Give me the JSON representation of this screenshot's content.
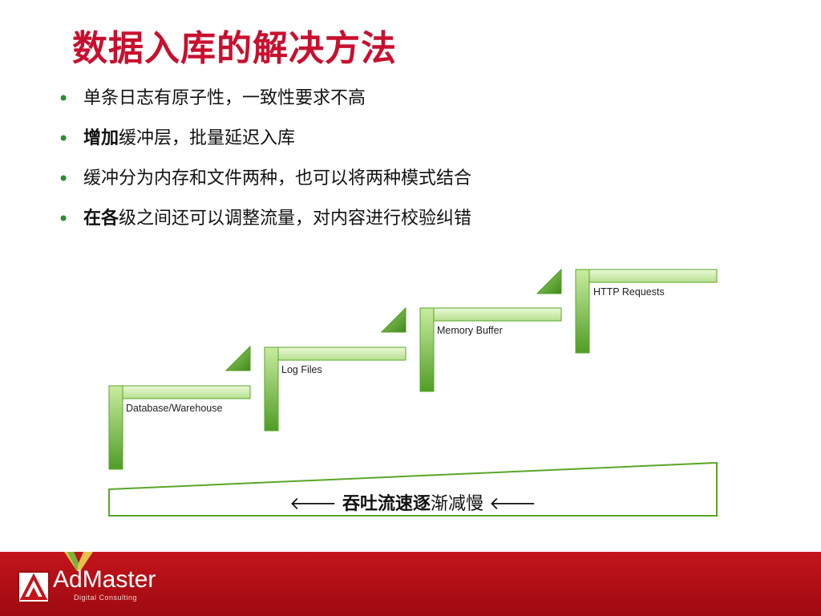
{
  "slide": {
    "title": "数据入库的解决方法",
    "bullets": [
      {
        "strong": "",
        "text": "单条日志有原子性，一致性要求不高"
      },
      {
        "strong": "增加",
        "text": "缓冲层，批量延迟入库"
      },
      {
        "strong": "",
        "text": "缓冲分为内存和文件两种，也可以将两种模式结合"
      },
      {
        "strong": "在各",
        "text": "级之间还可以调整流量，对内容进行校验纠错"
      }
    ]
  },
  "diagram": {
    "steps": [
      {
        "label": "Database/Warehouse"
      },
      {
        "label": "Log Files"
      },
      {
        "label": "Memory Buffer"
      },
      {
        "label": "HTTP Requests"
      }
    ],
    "colors": {
      "green_light": "#cfeeb0",
      "green_dark": "#5aa62a",
      "outline": "#4f9a22"
    },
    "throughput": {
      "arrow_left": "🡐",
      "strong": "吞吐流速逐",
      "text": "渐减慢",
      "arrow_right": "🡐"
    }
  },
  "footer": {
    "logo_text": "AdMaster",
    "logo_sub": "Digital Consulting",
    "color": "#c4141c"
  }
}
